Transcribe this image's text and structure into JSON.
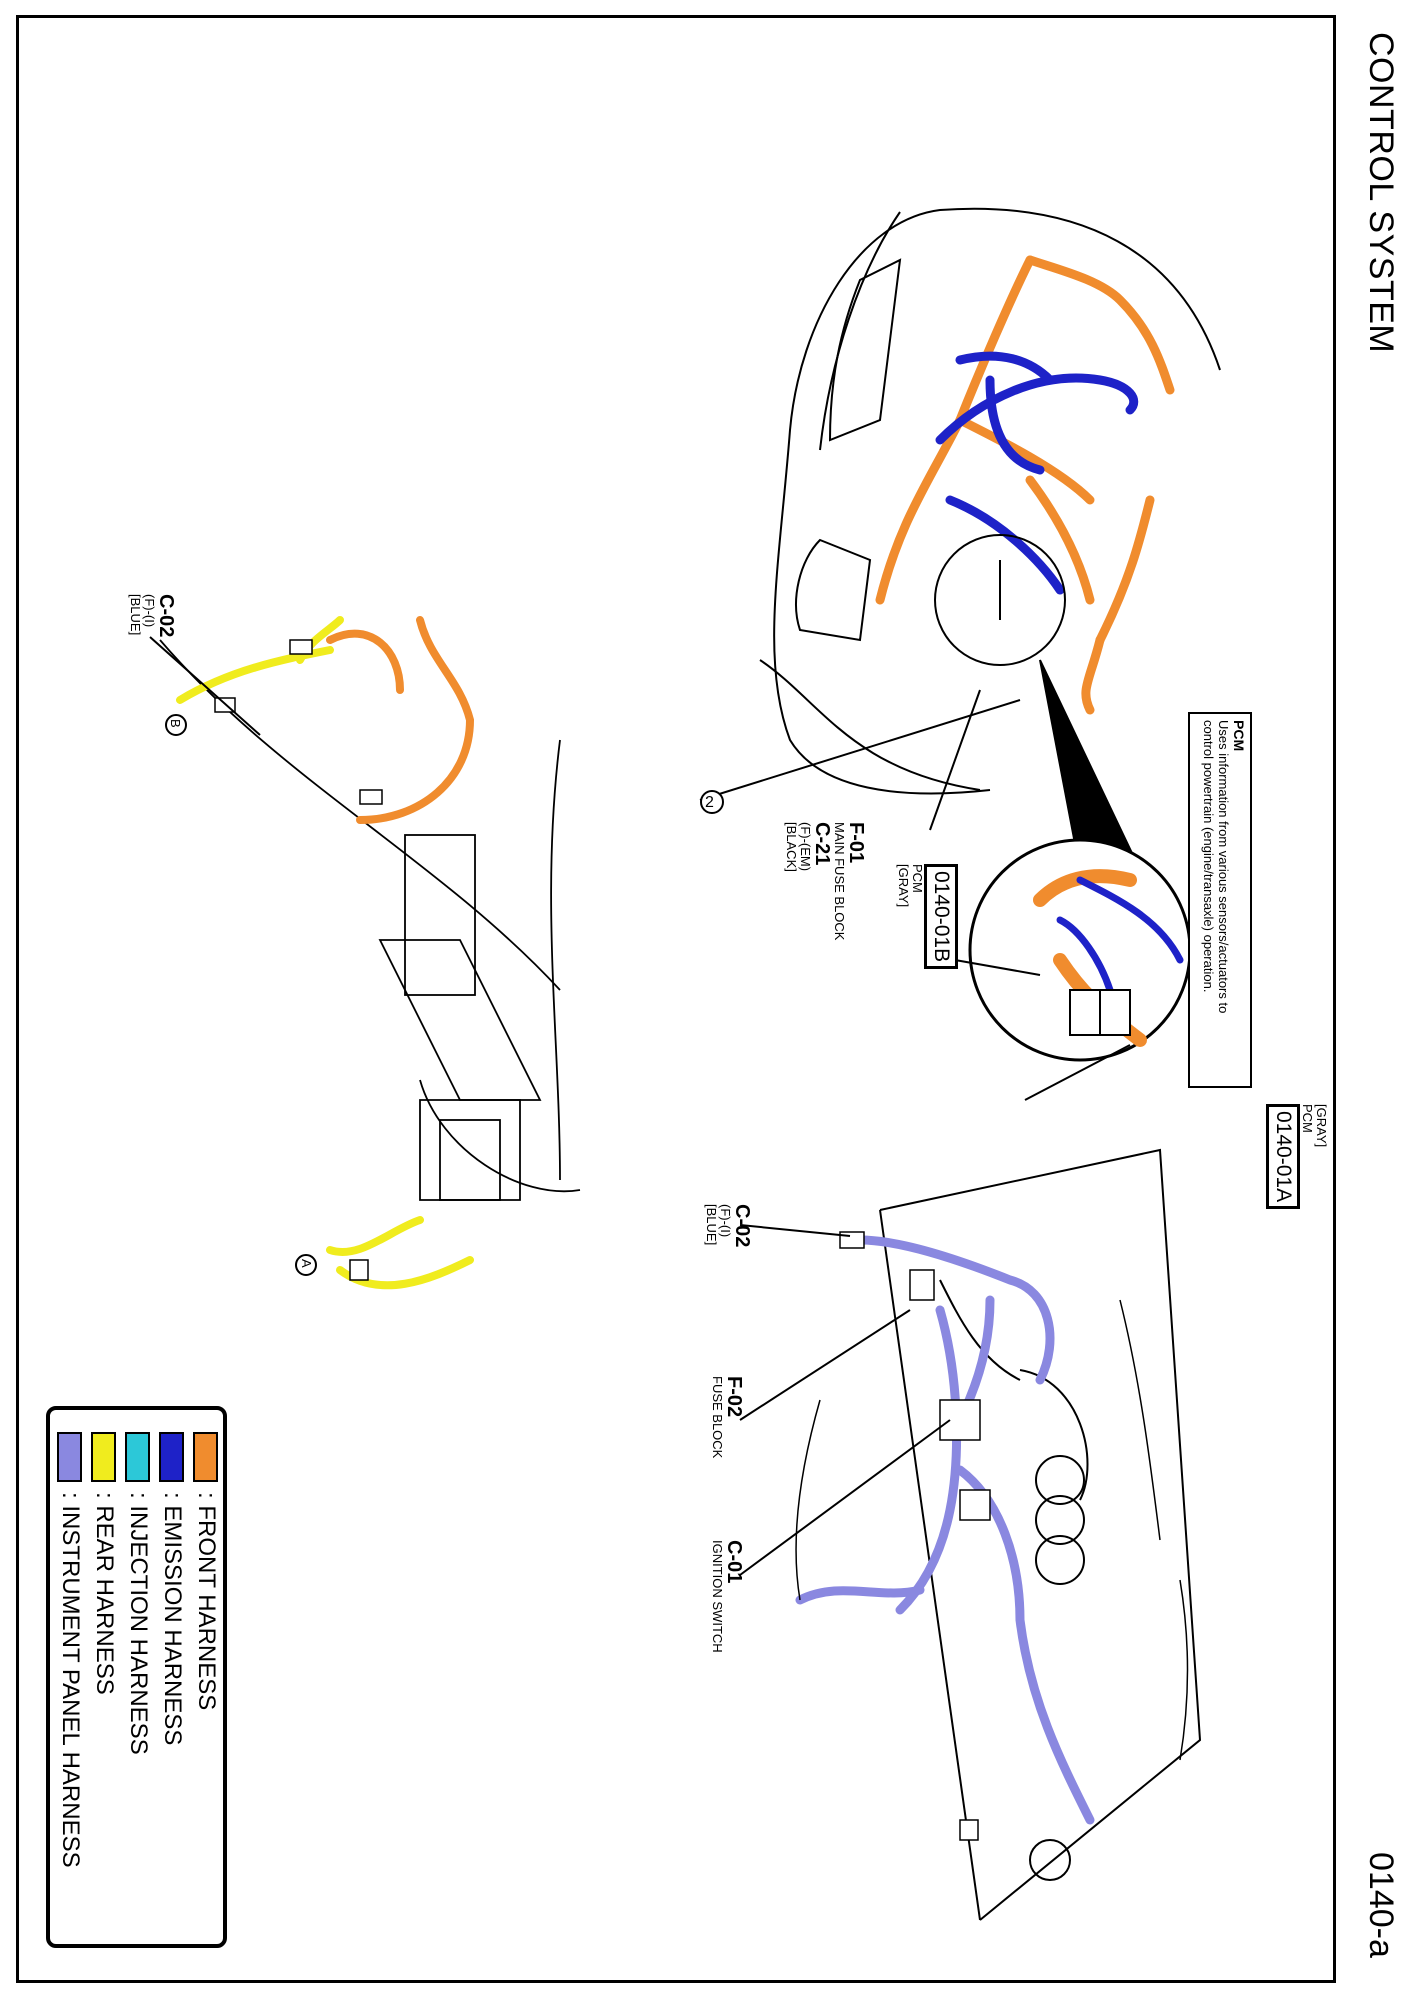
{
  "page": {
    "title": "CONTROL SYSTEM",
    "page_number": "0140-a"
  },
  "legend": [
    {
      "label": ": FRONT HARNESS",
      "color": "#f08c2e"
    },
    {
      "label": ": EMISSION HARNESS",
      "color": "#1e22c8"
    },
    {
      "label": ": INJECTION HARNESS",
      "color": "#2cc8d8"
    },
    {
      "label": ": REAR HARNESS",
      "color": "#f0ec1e"
    },
    {
      "label": ": INSTRUMENT PANEL HARNESS",
      "color": "#8a88e0"
    }
  ],
  "pcm_note": {
    "heading": "PCM",
    "line1": "Uses information from various sensors/actuators to",
    "line2": "control powertrain (engine/transaxle) operation."
  },
  "connectors": {
    "c0140_01a": {
      "code": "0140-01A",
      "name": "PCM",
      "color": "[GRAY]"
    },
    "c0140_01b": {
      "code": "0140-01B",
      "name": "PCM",
      "color": "[GRAY]"
    },
    "f01": {
      "code": "F-01",
      "desc": "MAIN FUSE BLOCK"
    },
    "c21": {
      "code": "C-21",
      "sub": "(F)-(EM)",
      "color": "[BLACK]"
    },
    "c02_left": {
      "code": "C-02",
      "sub": "(F)-(I)",
      "color": "[BLUE]"
    },
    "c02_right": {
      "code": "C-02",
      "sub": "(F)-(I)",
      "color": "[BLUE]"
    },
    "f02": {
      "code": "F-02",
      "desc": "FUSE BLOCK"
    },
    "c01": {
      "code": "C-01",
      "desc": "IGNITION SWITCH"
    }
  },
  "callouts": {
    "marker_2": "2",
    "marker_a": "A",
    "marker_b": "B"
  }
}
